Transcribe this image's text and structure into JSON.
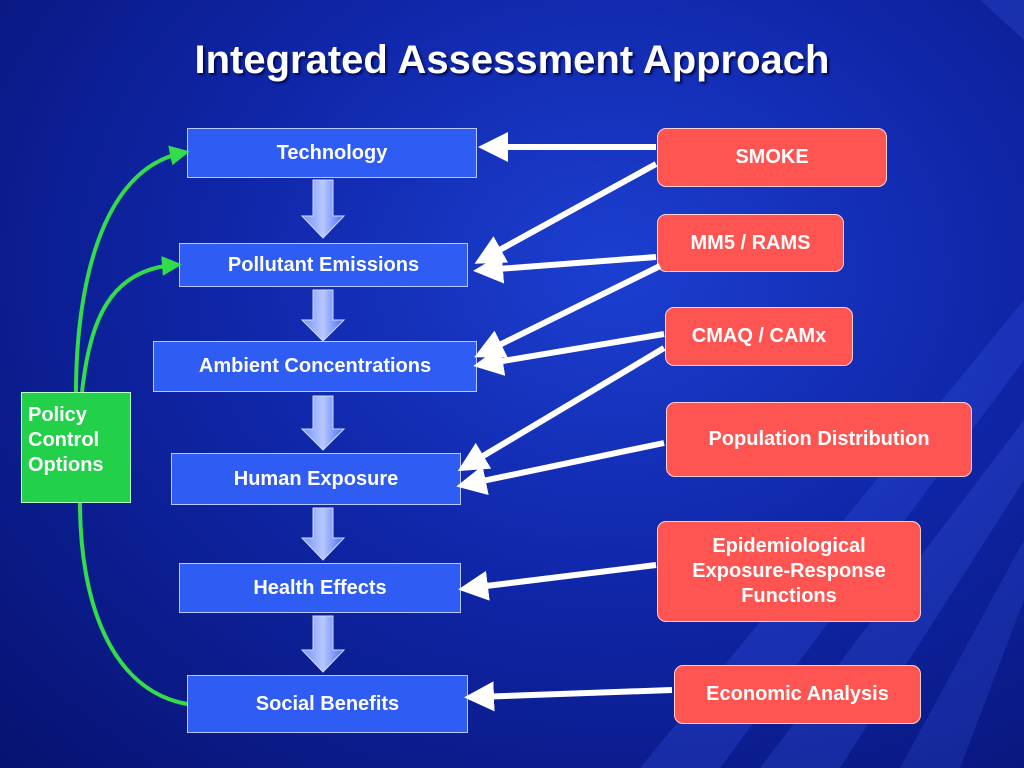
{
  "title": "Integrated Assessment Approach",
  "flow": {
    "technology": "Technology",
    "pollutant_emissions": "Pollutant Emissions",
    "ambient_concentrations": "Ambient Concentrations",
    "human_exposure": "Human Exposure",
    "health_effects": "Health Effects",
    "social_benefits": "Social Benefits"
  },
  "policy": {
    "line1": "Policy",
    "line2": "Control",
    "line3": "Options"
  },
  "models": {
    "smoke": "SMOKE",
    "mm5_rams": "MM5 / RAMS",
    "cmaq_camx": "CMAQ / CAMx",
    "population": "Population Distribution",
    "epi_line1": "Epidemiological",
    "epi_line2": "Exposure-Response",
    "epi_line3": "Functions",
    "economic": "Economic Analysis"
  },
  "colors": {
    "flow_box": "#2f5cf2",
    "model_box": "#ff5552",
    "policy_box": "#22d04a",
    "arrow": "#ffffff",
    "policy_arrow": "#33dd4a"
  }
}
